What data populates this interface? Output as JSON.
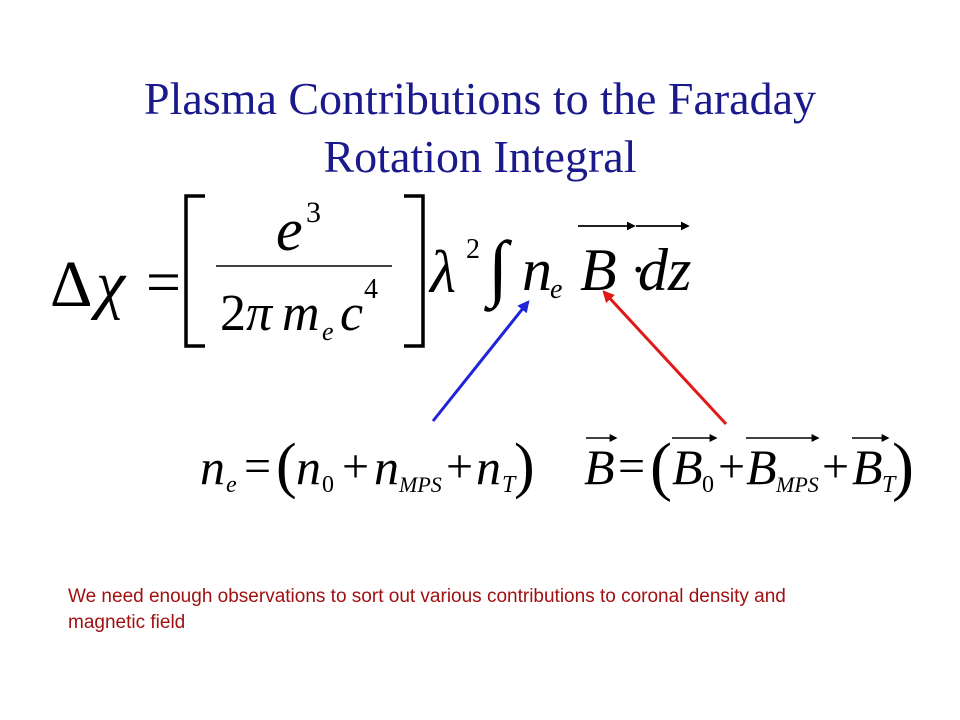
{
  "slide": {
    "title_line1": "Plasma Contributions to the Faraday",
    "title_line2": "Rotation Integral",
    "note": "We need enough observations to sort out various contributions to coronal density and magnetic field",
    "colors": {
      "title": "#1a1a8c",
      "note": "#a01010",
      "blue_arrow": "#1f24d8",
      "red_arrow": "#e01818",
      "math": "#000000"
    }
  },
  "main_equation": {
    "delta": "Δ",
    "chi": "χ",
    "equals": "=",
    "numer_e": "e",
    "numer_exp": "3",
    "denom_two": "2",
    "denom_pi": "π",
    "denom_m": "m",
    "denom_e_sub": "e",
    "denom_c": "c",
    "denom_exp": "4",
    "lambda": "λ",
    "lambda_exp": "2",
    "integral": "∫",
    "n": "n",
    "n_sub": "e",
    "B": "B",
    "dot": "·",
    "dz": "dz"
  },
  "density_equation": {
    "n": "n",
    "n_sub": "e",
    "equals": "=",
    "lparen": "(",
    "n0": "n",
    "n0_sub": "0",
    "plus1": "+",
    "nmps": "n",
    "nmps_sub": "MPS",
    "plus2": "+",
    "nt": "n",
    "nt_sub": "T",
    "rparen": ")"
  },
  "field_equation": {
    "B": "B",
    "equals": "=",
    "lparen": "(",
    "b0": "B",
    "b0_sub": "0",
    "plus1": "+",
    "bmps": "B",
    "bmps_sub": "MPS",
    "plus2": "+",
    "bt": "B",
    "bt_sub": "T",
    "rparen": ")"
  }
}
